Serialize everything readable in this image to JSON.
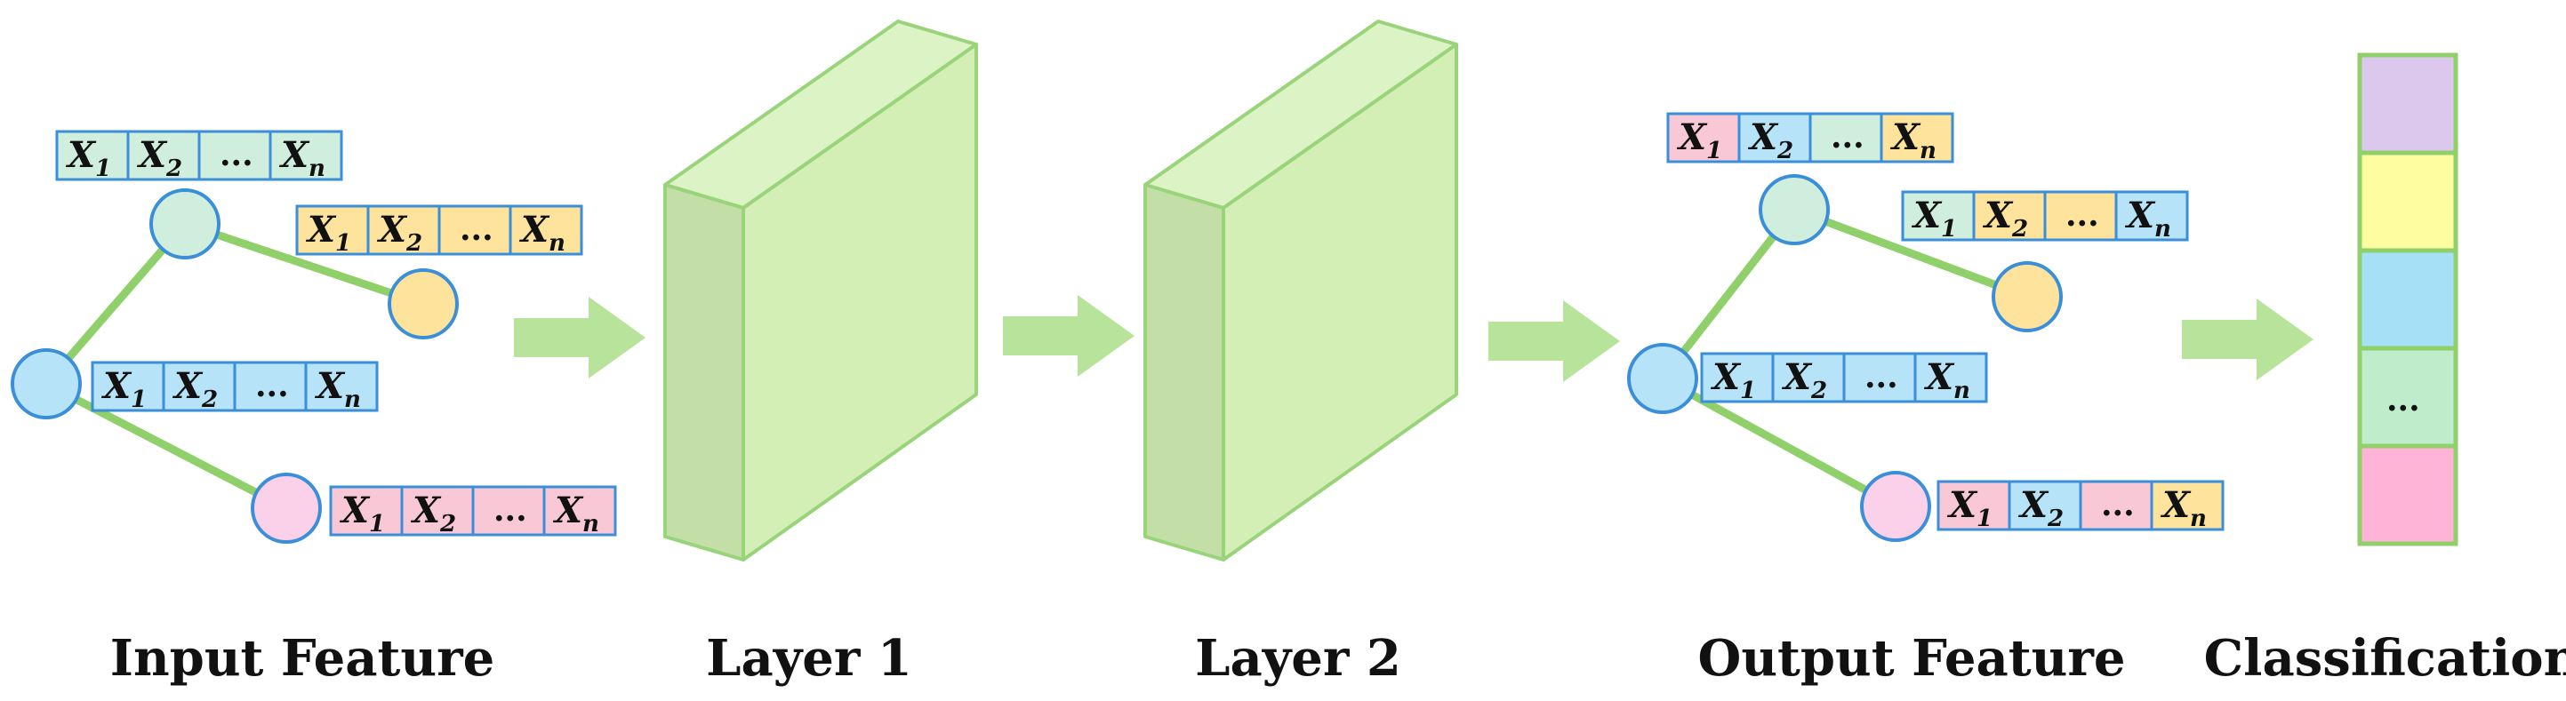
{
  "labels": {
    "input_feature": "Input  Feature",
    "layer1": "Layer 1",
    "layer2": "Layer 2",
    "output_feature": "Output  Feature",
    "classification": "Classification"
  },
  "vector": {
    "x1": "X",
    "x1_sub": "1",
    "x2": "X",
    "x2_sub": "2",
    "ellipsis": "...",
    "xn": "X",
    "xn_sub": "n"
  },
  "classification_ellipsis": "...",
  "colors": {
    "green_line": "#8fd06a",
    "layer_front": "#d3efb5",
    "layer_side": "#c3dea6",
    "layer_top": "#dcf3c6",
    "layer_stroke": "#9ad47a",
    "arrow": "#b8e39a",
    "node_stroke": "#3b8ed8",
    "node_blue": "#b6e3f7",
    "node_mint": "#cfeedd",
    "node_yellow": "#fde39c",
    "node_pink": "#fbd1ea",
    "cell_blue": "#b6e3f7",
    "cell_mint": "#cfeedd",
    "cell_yellow": "#fde39c",
    "cell_pink": "#f9c8d6",
    "class_purple": "#dcc8ec",
    "class_yellow": "#fefea0",
    "class_blue": "#a6e0f6",
    "class_green": "#bfeccb",
    "class_pink": "#fdb4d7"
  }
}
